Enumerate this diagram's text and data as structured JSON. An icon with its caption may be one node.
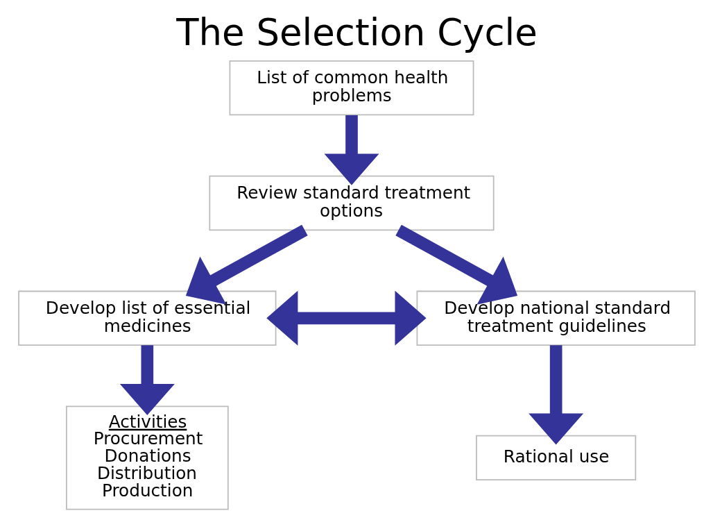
{
  "diagram": {
    "title": "The Selection Cycle",
    "nodes": [
      {
        "text": [
          "List of common health problems"
        ]
      },
      {
        "text": [
          "Review standard treatment options"
        ]
      },
      {
        "text": [
          "Develop list of essential medicines"
        ]
      },
      {
        "text": [
          "Develop national standard treatment guidelines"
        ]
      },
      {
        "text": [
          "Activities",
          "Procurement",
          "Donations",
          "Distribution",
          "Production"
        ]
      },
      {
        "text": [
          "Rational use"
        ]
      }
    ],
    "edges": [
      {
        "from": 0,
        "to": 1,
        "arrow": "to"
      },
      {
        "from": 1,
        "to": 2,
        "arrow": "to"
      },
      {
        "from": 1,
        "to": 3,
        "arrow": "to"
      },
      {
        "from": 2,
        "to": 3,
        "arrow": "both"
      },
      {
        "from": 2,
        "to": 4,
        "arrow": "to"
      },
      {
        "from": 3,
        "to": 5,
        "arrow": "to"
      }
    ]
  }
}
